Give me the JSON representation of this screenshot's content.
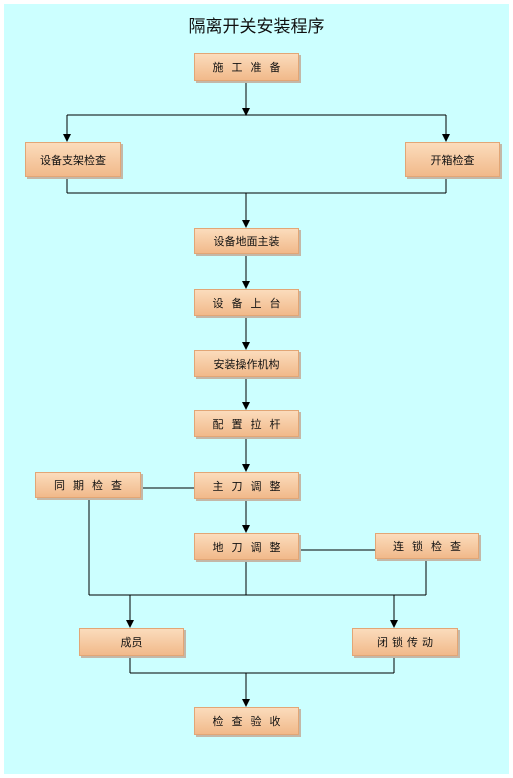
{
  "title": "隔离开关安装程序",
  "nodes": {
    "prep": "施工准备",
    "bracket_check": "设备支架检查",
    "cabinet_check": "开箱检查",
    "ground_main": "设备地面主装",
    "mount": "设备上台",
    "mechanism": "安装操作机构",
    "rod": "配置拉杆",
    "main_knife": "主刀调整",
    "sync_check": "同期检查",
    "ground_knife": "地刀调整",
    "interlock_check": "连锁检查",
    "member": "成员",
    "lock_transmission": "闭锁传动",
    "acceptance": "检查验收"
  },
  "colors": {
    "background": "#ccffff",
    "box_fill": "#f6c9a0",
    "line": "#000000"
  }
}
